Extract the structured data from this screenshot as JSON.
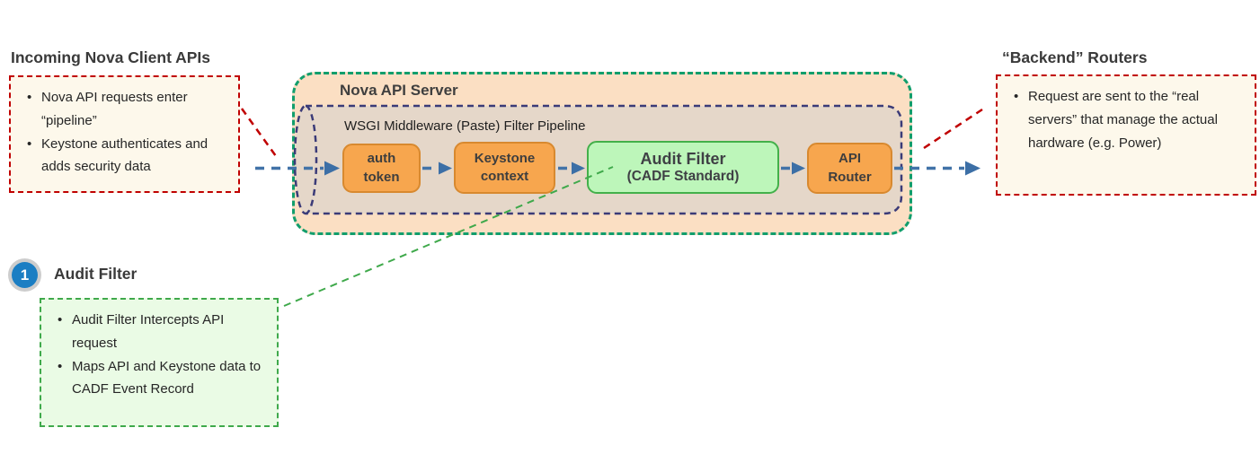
{
  "diagram": {
    "incoming": {
      "heading": "Incoming Nova Client  APIs",
      "bullets": [
        "Nova API requests enter “pipeline”",
        "Keystone authenticates and adds security data"
      ]
    },
    "backend": {
      "heading": "“Backend” Routers",
      "bullets": [
        "Request are sent to the “real servers” that manage the actual hardware (e.g. Power)"
      ]
    },
    "nova_server": {
      "title": "Nova API Server"
    },
    "pipeline": {
      "title": "WSGI Middleware (Paste) Filter Pipeline",
      "stages": [
        {
          "lines": [
            "auth",
            "token"
          ]
        },
        {
          "lines": [
            "Keystone",
            "context"
          ]
        }
      ],
      "audit_filter": {
        "title": "Audit Filter",
        "subtitle": "(CADF Standard)"
      },
      "router": {
        "lines": [
          "API",
          "Router"
        ]
      }
    },
    "callout": {
      "step_number": "1",
      "heading": "Audit Filter",
      "bullets": [
        "Audit Filter Intercepts API request",
        "Maps API and Keystone data to CADF Event Record"
      ]
    },
    "colors": {
      "red_dashed_border": "#C00000",
      "cream_fill": "#FDF8EB",
      "nova_fill": "#FBDFC3",
      "nova_green_border": "#119E6C",
      "pipeline_fill": "#E5D7C9",
      "pipeline_navy_border": "#3B3B78",
      "stage_orange_fill": "#F7A64E",
      "stage_orange_border": "#D8892F",
      "audit_green_fill": "#BDF6BA",
      "audit_green_border": "#43B04A",
      "callout_green_fill": "#EAFBE5",
      "callout_green_border": "#3FA94B",
      "flow_arrow_blue": "#4273A8",
      "step_badge_blue": "#1B7EC3"
    }
  }
}
